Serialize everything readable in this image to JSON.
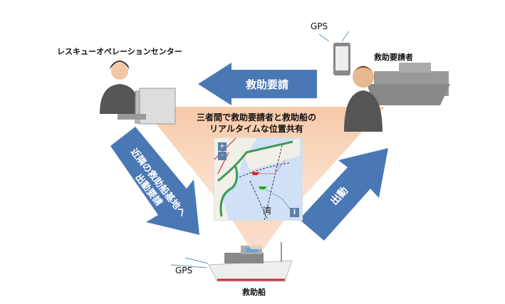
{
  "labels": {
    "operation_center": "レスキューオペレーションセンター",
    "requester": "救助要請者",
    "rescue_ship": "救助船",
    "gps_top": "GPS",
    "gps_bottom": "GPS",
    "center_line1": "三者間で救助要請者と救助船の",
    "center_line2": "リアルタイムな位置共有"
  },
  "arrows": {
    "top": "救助要請",
    "left_line1": "近隣の救助船基地へ",
    "left_line2": "出動要請",
    "right": "出動"
  },
  "map": {
    "zoom_in": "+",
    "zoom_out": "-",
    "info": "i",
    "bay_char": "湾"
  },
  "colors": {
    "arrow": "#4a78b4",
    "triangle": "#f8d2b6"
  }
}
